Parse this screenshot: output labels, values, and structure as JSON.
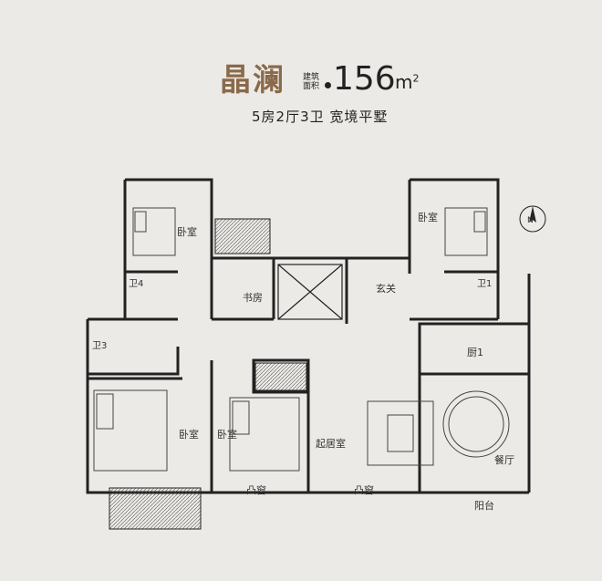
{
  "header": {
    "name": "晶澜",
    "area_label": "建筑面积",
    "area_value": "156",
    "area_unit": "m",
    "area_unit_sup": "2",
    "layout": "5房2厅3卫  宽境平墅"
  },
  "rooms": {
    "bedroom_top_left": "卧室",
    "bedroom_top_right": "卧室",
    "study": "书房",
    "entrance": "玄关",
    "bath4": "卫4",
    "bath1": "卫1",
    "bath3": "卫3",
    "kitchen": "厨1",
    "bedroom_bottom_left": "卧室",
    "bedroom_bottom_mid": "卧室",
    "living": "起居室",
    "dining": "餐厅",
    "balcony": "阳台",
    "bay1": "凸窗",
    "bay2": "凸窗"
  },
  "compass": {
    "label": "N"
  },
  "colors": {
    "title": "#8a6a4a",
    "wall": "#222222",
    "background": "#eceae7"
  }
}
